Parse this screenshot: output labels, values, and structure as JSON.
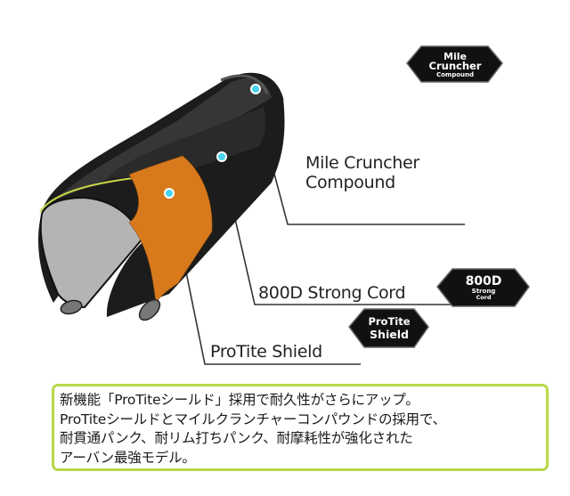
{
  "diagram": {
    "title": "Tire cross-section construction",
    "colors": {
      "tire_black": "#1b1b1b",
      "tread_highlight": "#3a3a3a",
      "shield_orange": "#d87a1c",
      "inner_gray": "#b4b4b4",
      "marker_cyan": "#46d4ee",
      "bead_line": "#c8d44a"
    },
    "labels": [
      {
        "id": "mile-cruncher",
        "lines": [
          "Mile Cruncher",
          "Compound"
        ]
      },
      {
        "id": "strong-cord",
        "lines": [
          "800D Strong Cord"
        ]
      },
      {
        "id": "protite",
        "lines": [
          "ProTite Shield"
        ]
      }
    ],
    "badges": [
      {
        "id": "mile-cruncher-badge",
        "lines": [
          "Mile",
          "Cruncher",
          "Compound"
        ]
      },
      {
        "id": "strong-cord-badge",
        "lines": [
          "800D",
          "Strong",
          "Cord"
        ]
      },
      {
        "id": "protite-badge",
        "lines": [
          "ProTite",
          "Shield"
        ]
      }
    ]
  },
  "callout": {
    "border_color": "#b9d84a",
    "lines": [
      "新機能「ProTiteシールド」採用で耐久性がさらにアップ。",
      "ProTiteシールドとマイルクランチャーコンパウンドの採用で、",
      "耐貫通パンク、耐リム打ちパンク、耐摩耗性が強化された",
      "アーバン最強モデル。"
    ]
  }
}
